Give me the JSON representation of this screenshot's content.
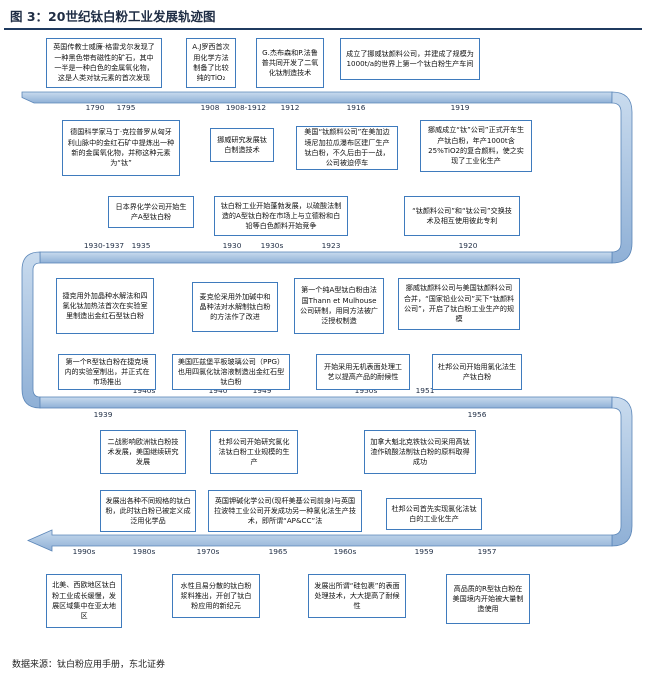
{
  "title": "图 3：20世纪钛白粉工业发展轨迹图",
  "source": "数据来源：钛白粉应用手册，东北证券",
  "years": {
    "r1": [
      "1790",
      "1795",
      "1908",
      "1908-1912",
      "1912",
      "1916",
      "1919"
    ],
    "r2": [
      "1930-1937",
      "1935",
      "1930",
      "1930s",
      "1923",
      "1920"
    ],
    "r3": [
      "1939",
      "1940s",
      "1940",
      "1949",
      "1950s",
      "1951",
      "1956"
    ],
    "r4": [
      "1990s",
      "1980s",
      "1970s",
      "1965",
      "1960s",
      "1959",
      "1957"
    ]
  },
  "boxes": {
    "b1790": "英国传教士威廉·格雷戈尔发现了一种黑色带有磁性的矿石，其中一半是一种白色的金属氧化物，这是人类对钛元素的首次发现",
    "b1795": "德国科学家马丁·克拉普罗从匈牙利山脉中的金红石矿中提炼出一种新的金属氧化物，并称这种元素为“钛”",
    "b1908": "A.J罗西首次用化学方法制备了比较纯的TiO₂",
    "b1908_1912": "挪威研究发展钛白制造技术",
    "b1912": "G.杰布森和P.法鲁普共同开发了二氧化钛制造技术",
    "b1916a": "成立了挪威钛颜料公司，并建成了规模为1000t/a的世界上第一个钛白粉生产车间",
    "b1916b": "美国“钛颜料公司”在美加边境尼加拉瓜瀑布区建厂生产钛白粉，不久后由于一战，公司被迫停车",
    "b1919": "挪威成立“钛”公司”正式开车生产钛白粉，年产1000t含25%TiO2的复合颜料，使之实现了工业化生产",
    "b1920": "“钛颜料公司”和“钛公司”交换技术及相互使用彼此专利",
    "b1920b": "挪威钛颜料公司与美国钛颜料公司合并，“国家铅业公司”买下“钛颜料公司”，开启了钛白粉工业生产的规模",
    "b1930s": "钛白粉工业开始蓬勃发展，以硫酸法制造的A型钛白粉在市场上与立德粉和白铅等白色颜料开始竞争",
    "b1935": "日本界化学公司开始生产A型钛白粉",
    "b1930_37": "捷克用外加晶种水解法和四氯化钛加热法首次在实验室里制造出金红石型钛白粉",
    "b1930": "麦克伦采用外加碱中和晶种法对水解制钛白粉的方法作了改进",
    "b1923": "第一个纯A型钛白粉由法国Thann et Mulhouse公司研制，用同方法被广泛授权制造",
    "b1939": "第一个R型钛白粉在捷克境内的实验室制出，并正式在市场推出",
    "b1940": "美国匹兹堡平板玻璃公司（PPG）也用四氯化钛溶液制造出金红石型钛白粉",
    "b1950s": "开始采用无机表面处理工艺以提高产品的耐候性",
    "b1956": "杜邦公司开始用氯化法生产钛白粉",
    "b1940s": "二战影响欧洲钛白粉技术发展，美国继续研究发展",
    "b1949": "杜邦公司开始研究氯化法钛白粉工业规模的生产",
    "b1951": "加拿大魁北克铁钛公司采用高钛渣作硫酸法制钛白粉的原料取得成功",
    "b1980s": "发展出各种不同规格的钛白粉，此时钛白粉已被定义成泛用化学品",
    "b1965": "英国钾碱化学公司(现杆美基公司前身)与英国拉波特工业公司开发成功另一种氯化法生产技术，即所谓“AP&CC”法",
    "b1959": "杜邦公司首先实现氯化法钛白的工业化生产",
    "b1990s": "北美、西欧地区钛白粉工业成长缓慢，发展区域集中在亚太地区",
    "b1970s": "水性且易分散的钛白粉浆料推出，开创了钛白粉应用的新纪元",
    "b1960s": "发展出所谓“硅包裹”的表面处理技术，大大提高了耐候性",
    "b1957": "高品质的R型钛白粉在美国境内开始被大量制造使用"
  },
  "colors": {
    "band": "#a7c2df",
    "band_edge": "#5b86b8",
    "box_border": "#3f7bbd",
    "title": "#1f2d44"
  }
}
